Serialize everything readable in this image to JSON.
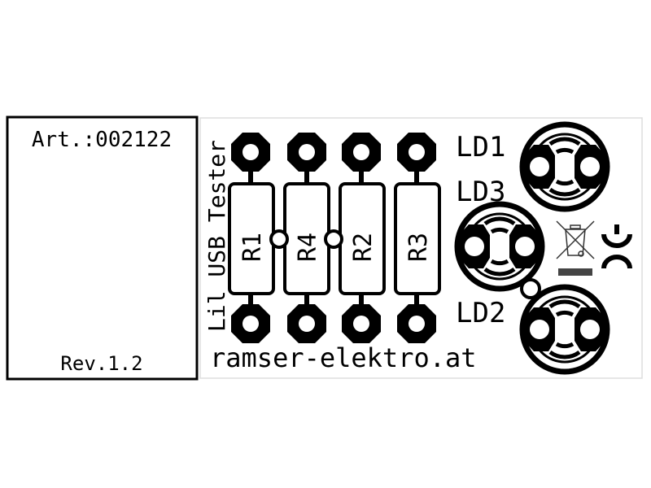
{
  "label_box": {
    "article": "Art.:002122",
    "revision": "Rev.1.2"
  },
  "board": {
    "title": "Lil USB Tester",
    "website": "ramser-elektro.at",
    "resistors": [
      "R1",
      "R4",
      "R2",
      "R3"
    ],
    "leds": {
      "ld1": "LD1",
      "ld3": "LD3",
      "ld2": "LD2"
    },
    "ce_mark": "CE"
  },
  "colors": {
    "silk": "#000000",
    "outline": "#dddddd",
    "weee_bar": "#444444"
  }
}
